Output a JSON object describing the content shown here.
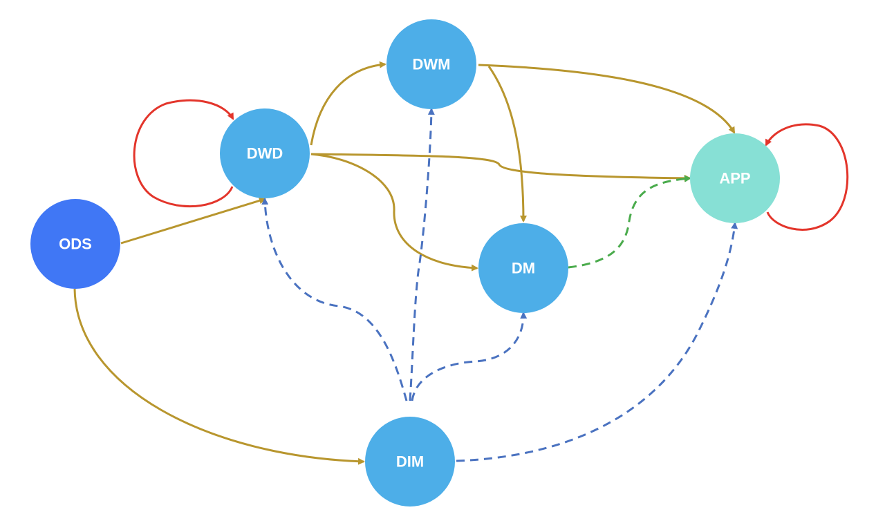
{
  "colors": {
    "ods": "#4077f5",
    "layer": "#4daee8",
    "app": "#87e0d5",
    "flow": "#b8962e",
    "self_loop": "#e3352b",
    "dimension": "#4a72c0",
    "serve": "#4aab4c",
    "label": "#ffffff"
  },
  "nodes": {
    "ods": {
      "label": "ODS"
    },
    "dwd": {
      "label": "DWD"
    },
    "dwm": {
      "label": "DWM"
    },
    "dm": {
      "label": "DM"
    },
    "app": {
      "label": "APP"
    },
    "dim": {
      "label": "DIM"
    }
  },
  "edges": [
    {
      "from": "ODS",
      "to": "DWD",
      "style": "flow"
    },
    {
      "from": "ODS",
      "to": "DIM",
      "style": "flow"
    },
    {
      "from": "DWD",
      "to": "DWD",
      "style": "self_loop"
    },
    {
      "from": "DWD",
      "to": "DWM",
      "style": "flow"
    },
    {
      "from": "DWD",
      "to": "APP",
      "style": "flow"
    },
    {
      "from": "DWD",
      "to": "DM",
      "style": "flow"
    },
    {
      "from": "DWM",
      "to": "APP",
      "style": "flow"
    },
    {
      "from": "DWM",
      "to": "DM",
      "style": "flow"
    },
    {
      "from": "DM",
      "to": "APP",
      "style": "serve"
    },
    {
      "from": "APP",
      "to": "APP",
      "style": "self_loop"
    },
    {
      "from": "DIM",
      "to": "DWD",
      "style": "dimension"
    },
    {
      "from": "DIM",
      "to": "DWM",
      "style": "dimension"
    },
    {
      "from": "DIM",
      "to": "DM",
      "style": "dimension"
    },
    {
      "from": "DIM",
      "to": "APP",
      "style": "dimension"
    }
  ]
}
